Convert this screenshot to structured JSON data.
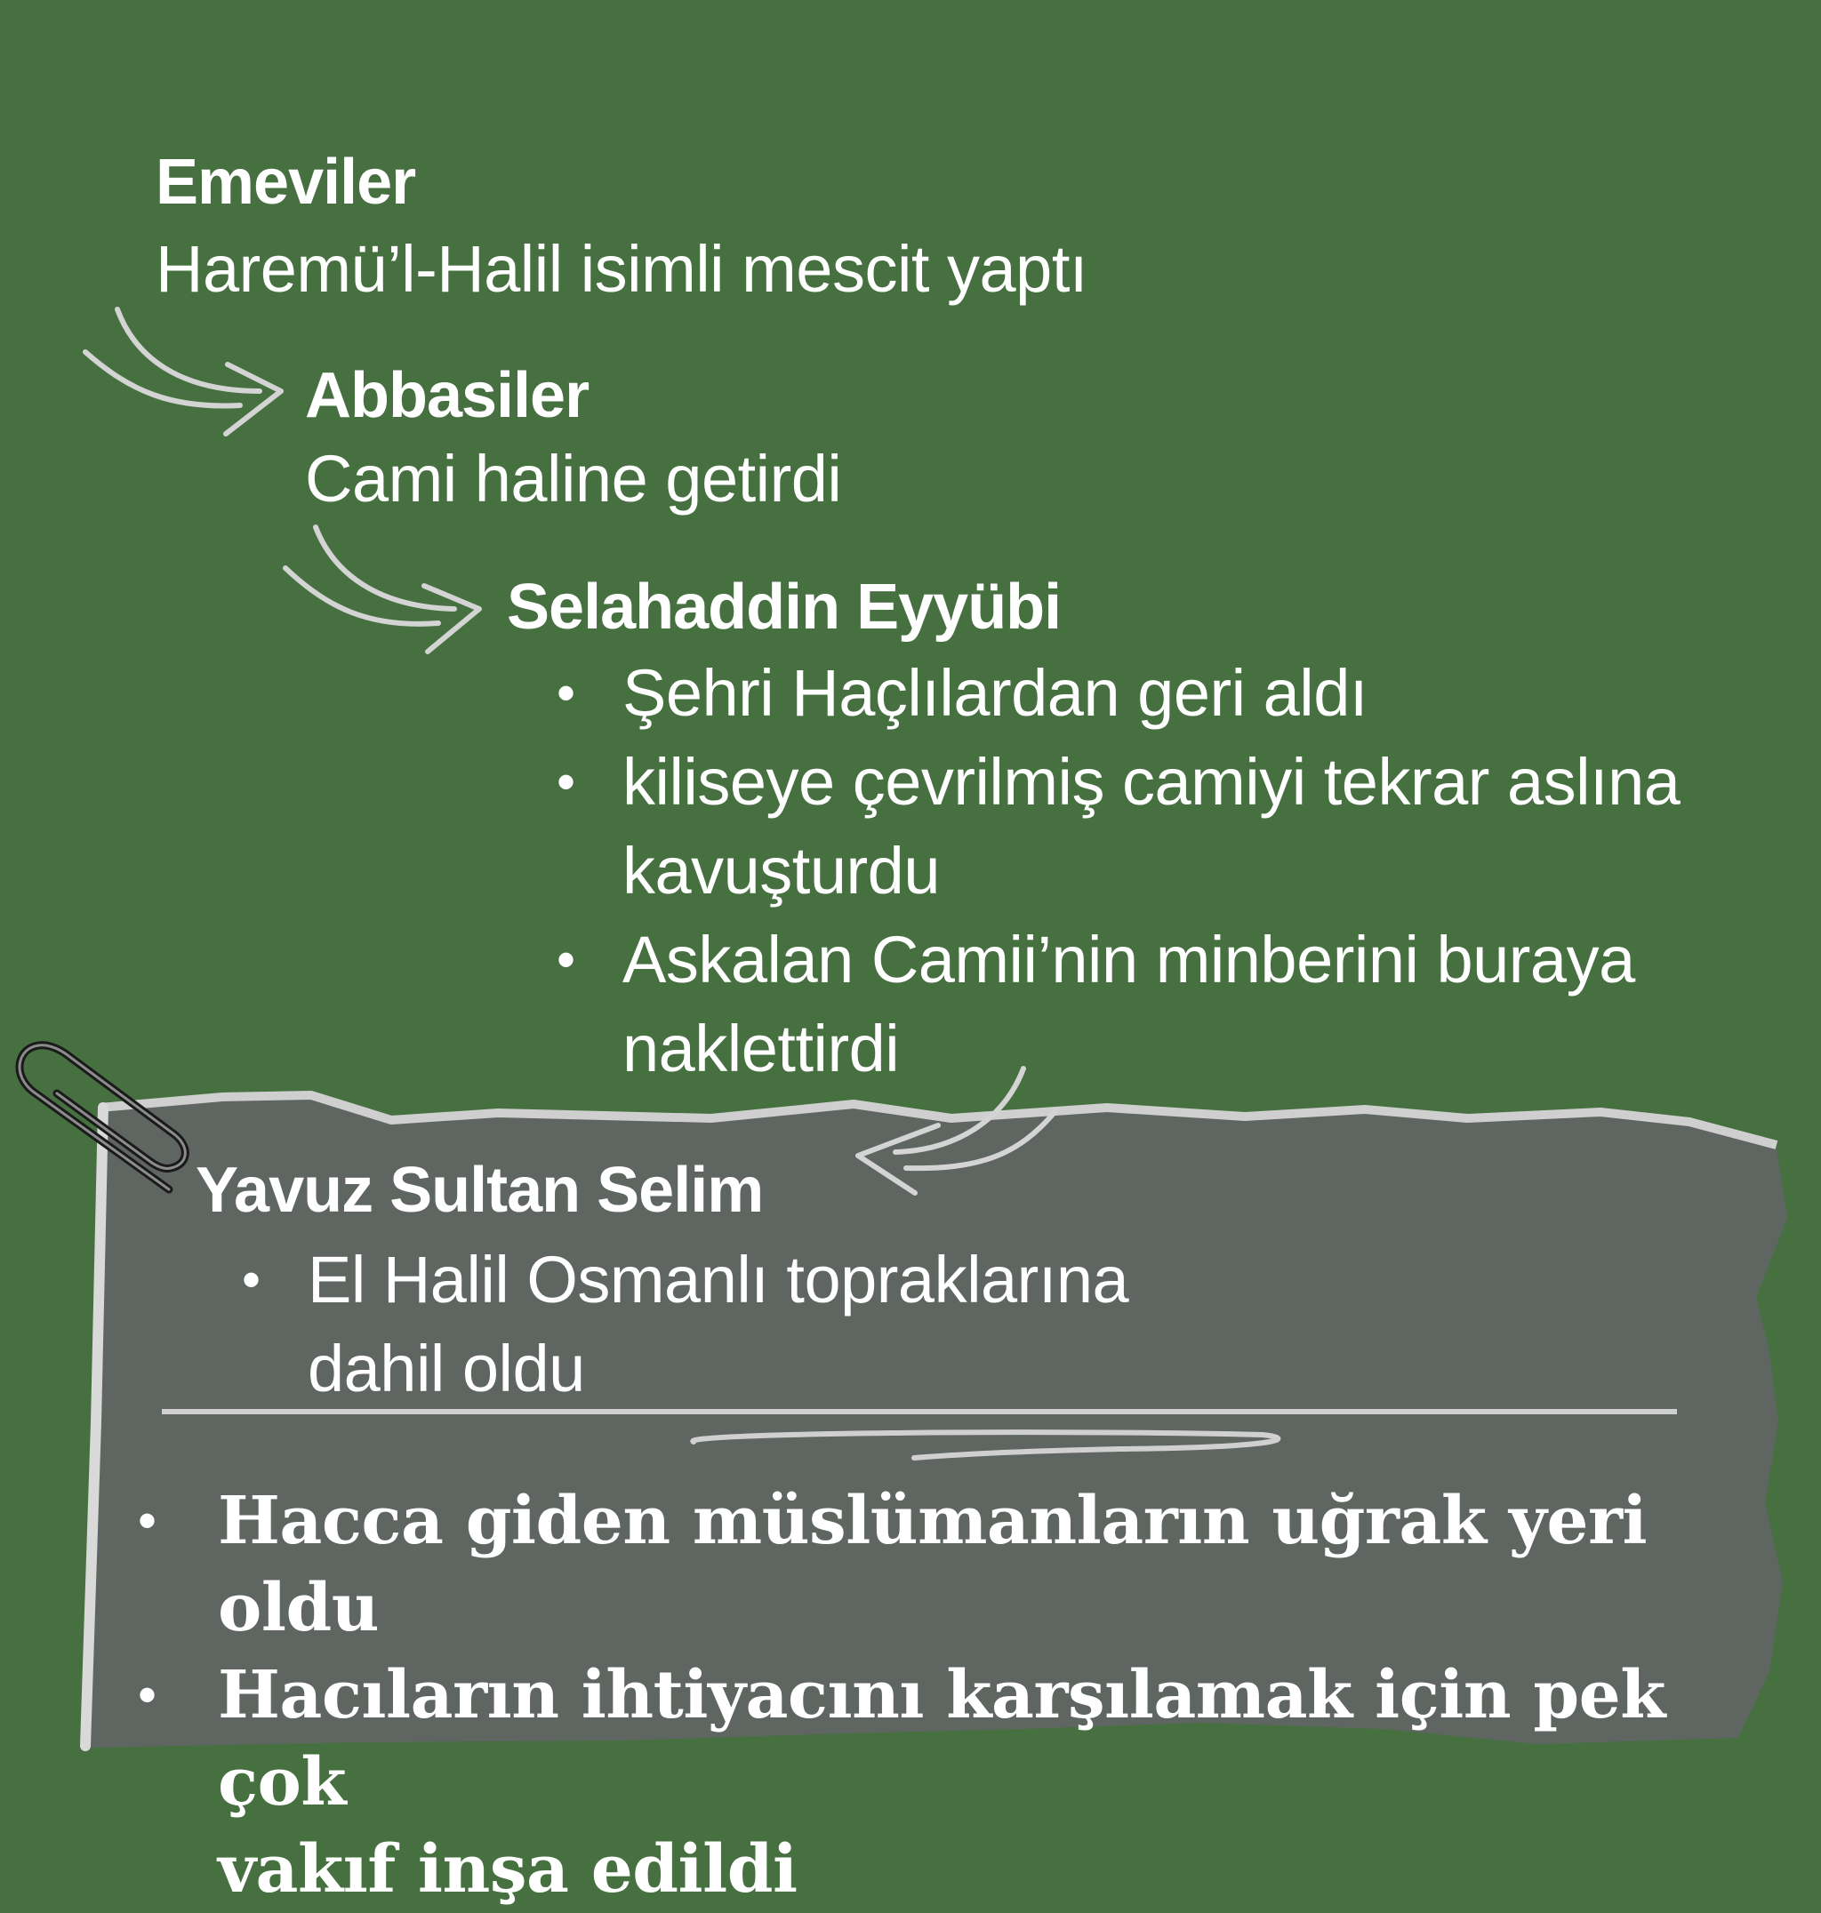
{
  "sections": {
    "emeviler": {
      "title": "Emeviler",
      "text": "Haremü’l-Halil isimli mescit yaptı"
    },
    "abbasiler": {
      "title": "Abbasiler",
      "text": "Cami haline getirdi"
    },
    "selahaddin": {
      "title": "Selahaddin Eyyübi",
      "items": [
        {
          "lines": [
            "Şehri Haçlılardan geri aldı"
          ]
        },
        {
          "lines": [
            "kiliseye çevrilmiş camiyi tekrar aslına",
            "kavuşturdu"
          ]
        },
        {
          "lines": [
            "Askalan Camii’nin minberini buraya",
            "naklettirdi"
          ]
        }
      ]
    },
    "yavuz": {
      "title": "Yavuz Sultan Selim",
      "items": [
        {
          "lines": [
            "El Halil Osmanlı topraklarına",
            "dahil oldu"
          ]
        }
      ]
    }
  },
  "summary": {
    "items": [
      {
        "lines": [
          "Hacca giden müslümanların uğrak yeri oldu"
        ]
      },
      {
        "lines": [
          "Hacıların ihtiyacını karşılamak için pek çok",
          "vakıf inşa edildi"
        ]
      }
    ]
  },
  "bullet_symbol": "•",
  "colors": {
    "background": "#467040",
    "paper": "#5f6662",
    "paper_edge": "#cfcfcf",
    "arrow": "#d4d4d4",
    "text": "#ffffff"
  },
  "icons": [
    "curved-arrow-icon",
    "paperclip-icon"
  ]
}
